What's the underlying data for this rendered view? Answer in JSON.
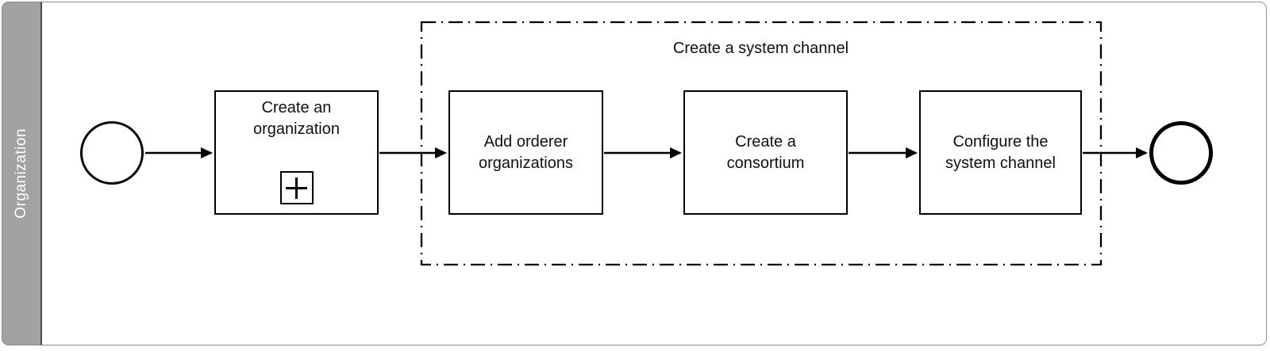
{
  "lane": {
    "label": "Organization"
  },
  "group": {
    "label": "Create a system channel"
  },
  "tasks": [
    {
      "label": "Create an organization",
      "type": "collapsed-subprocess"
    },
    {
      "label": "Add orderer organizations",
      "type": "task"
    },
    {
      "label": "Create a consortium",
      "type": "task"
    },
    {
      "label": "Configure the system channel",
      "type": "task"
    }
  ],
  "icons": {
    "subprocess_marker": "+",
    "arrowhead": "filled-triangle"
  },
  "colors": {
    "lane_fill": "#a2a2a2",
    "lane_separator": "#4d4d4d",
    "canvas_border": "#909090",
    "stroke": "#000000",
    "lane_text": "#ffffff",
    "background": "#ffffff"
  }
}
